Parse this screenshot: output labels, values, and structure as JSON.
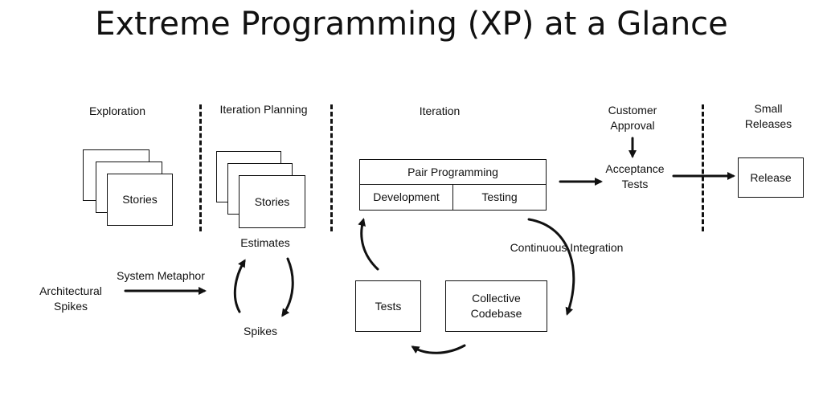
{
  "title": "Extreme Programming (XP) at a Glance",
  "phases": {
    "exploration": "Exploration",
    "iteration_planning": "Iteration Planning",
    "iteration": "Iteration",
    "customer_approval": "Customer Approval",
    "small_releases": "Small Releases"
  },
  "exploration": {
    "stories": "Stories"
  },
  "planning": {
    "stories": "Stories",
    "estimates": "Estimates",
    "spikes": "Spikes"
  },
  "architecture": {
    "system_metaphor": "System Metaphor",
    "architectural_spikes": "Architectural Spikes"
  },
  "iteration": {
    "pair_programming": "Pair Programming",
    "development": "Development",
    "testing": "Testing",
    "continuous_integration": "Continuous Integration",
    "tests": "Tests",
    "collective_codebase": "Collective Codebase"
  },
  "acceptance_tests": "Acceptance Tests",
  "release": "Release"
}
